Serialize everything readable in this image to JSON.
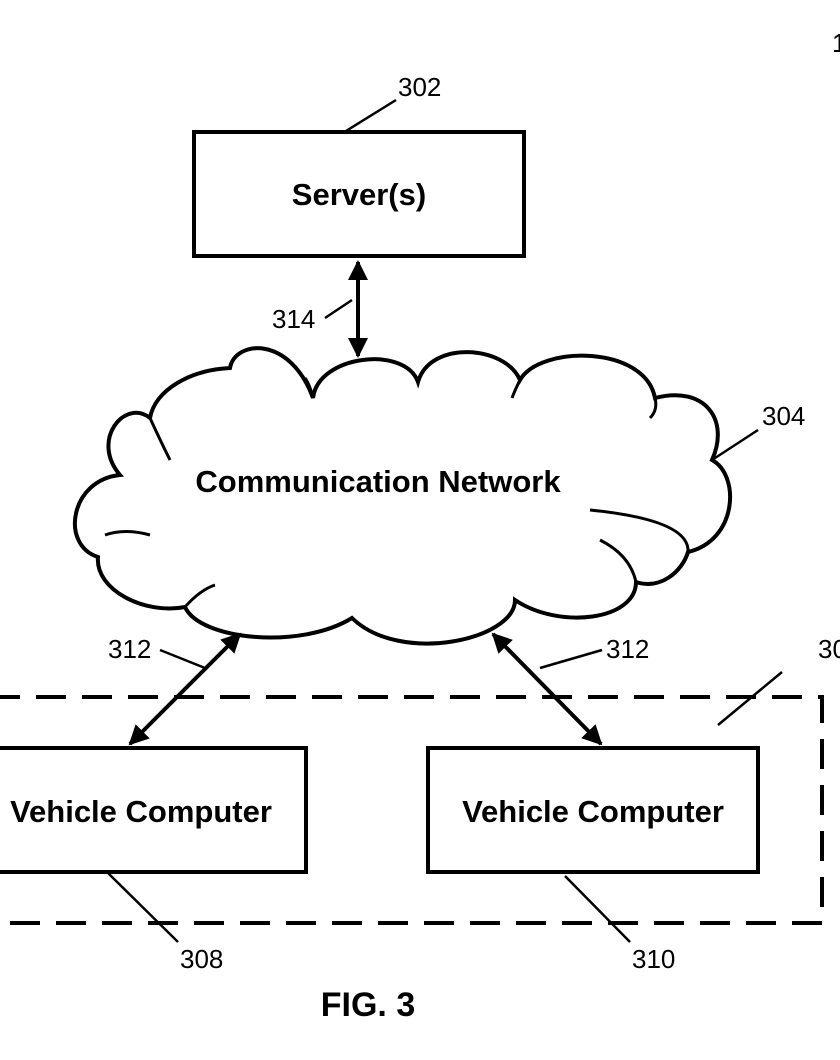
{
  "figure": {
    "caption": "FIG. 3",
    "system_ref": "30",
    "top_corner_mark": "1"
  },
  "nodes": {
    "server": {
      "label": "Server(s)",
      "ref": "302"
    },
    "network": {
      "label": "Communication Network",
      "ref": "304"
    },
    "vehicle_left": {
      "label": "Vehicle Computer",
      "ref": "308"
    },
    "vehicle_right": {
      "label": "Vehicle Computer",
      "ref": "310"
    }
  },
  "links": {
    "server_network": {
      "ref": "314"
    },
    "network_vehicle_left": {
      "ref": "312"
    },
    "network_vehicle_right": {
      "ref": "312"
    }
  },
  "colors": {
    "stroke": "#000000",
    "background": "#ffffff"
  }
}
